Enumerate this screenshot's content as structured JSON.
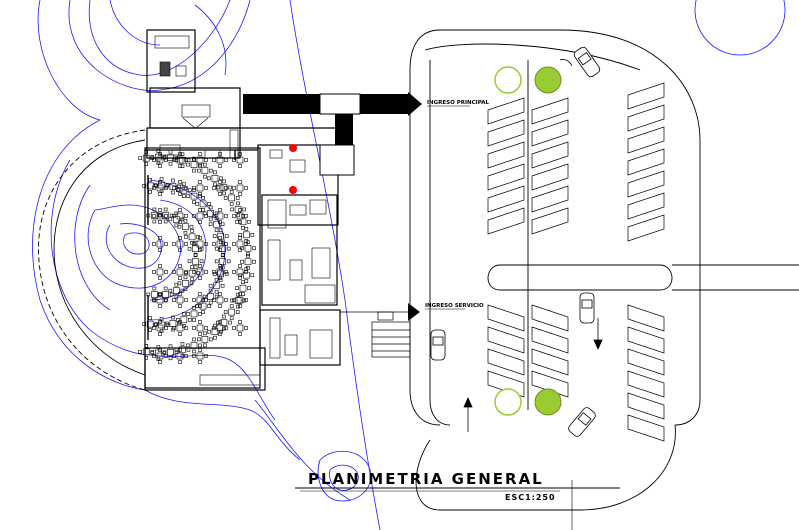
{
  "labels": {
    "ingreso_principal": "INGRESO PRINCIPAL",
    "ingreso_servicio": "INGRESO SERVICIO",
    "title": "PLANIMETRIA GENERAL",
    "scale": "ESC1:250"
  },
  "colors": {
    "contour": "#1a1aff",
    "wall": "#000000",
    "tree": "#99cc33",
    "red_marker": "#ff0000",
    "furniture": "#000000"
  },
  "icons": [
    "tree-icon",
    "car-icon",
    "direction-arrow-icon",
    "stair-icon",
    "entrance-arrow-icon"
  ]
}
